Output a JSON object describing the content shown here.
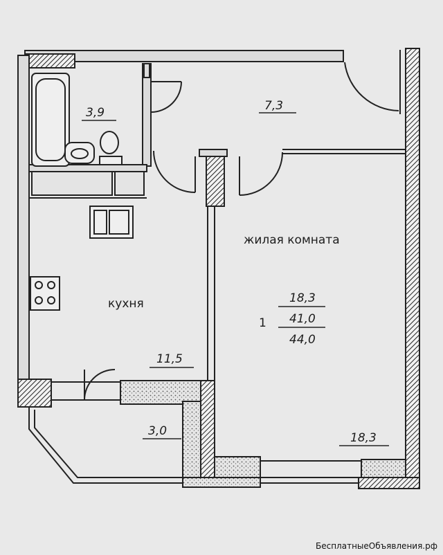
{
  "rooms": {
    "bathroom": {
      "area": "3,9"
    },
    "hall": {
      "area": "7,3"
    },
    "living": {
      "name": "жилая комната",
      "area": "18,3"
    },
    "kitchen": {
      "name": "кухня",
      "area": "11,5"
    },
    "balcony": {
      "area": "3,0"
    }
  },
  "apartment": {
    "rooms_count": "1",
    "living_area": "18,3",
    "total_area": "41,0",
    "total_with_balcony": "44,0"
  },
  "watermark": "БесплатныеОбъявления.рф"
}
